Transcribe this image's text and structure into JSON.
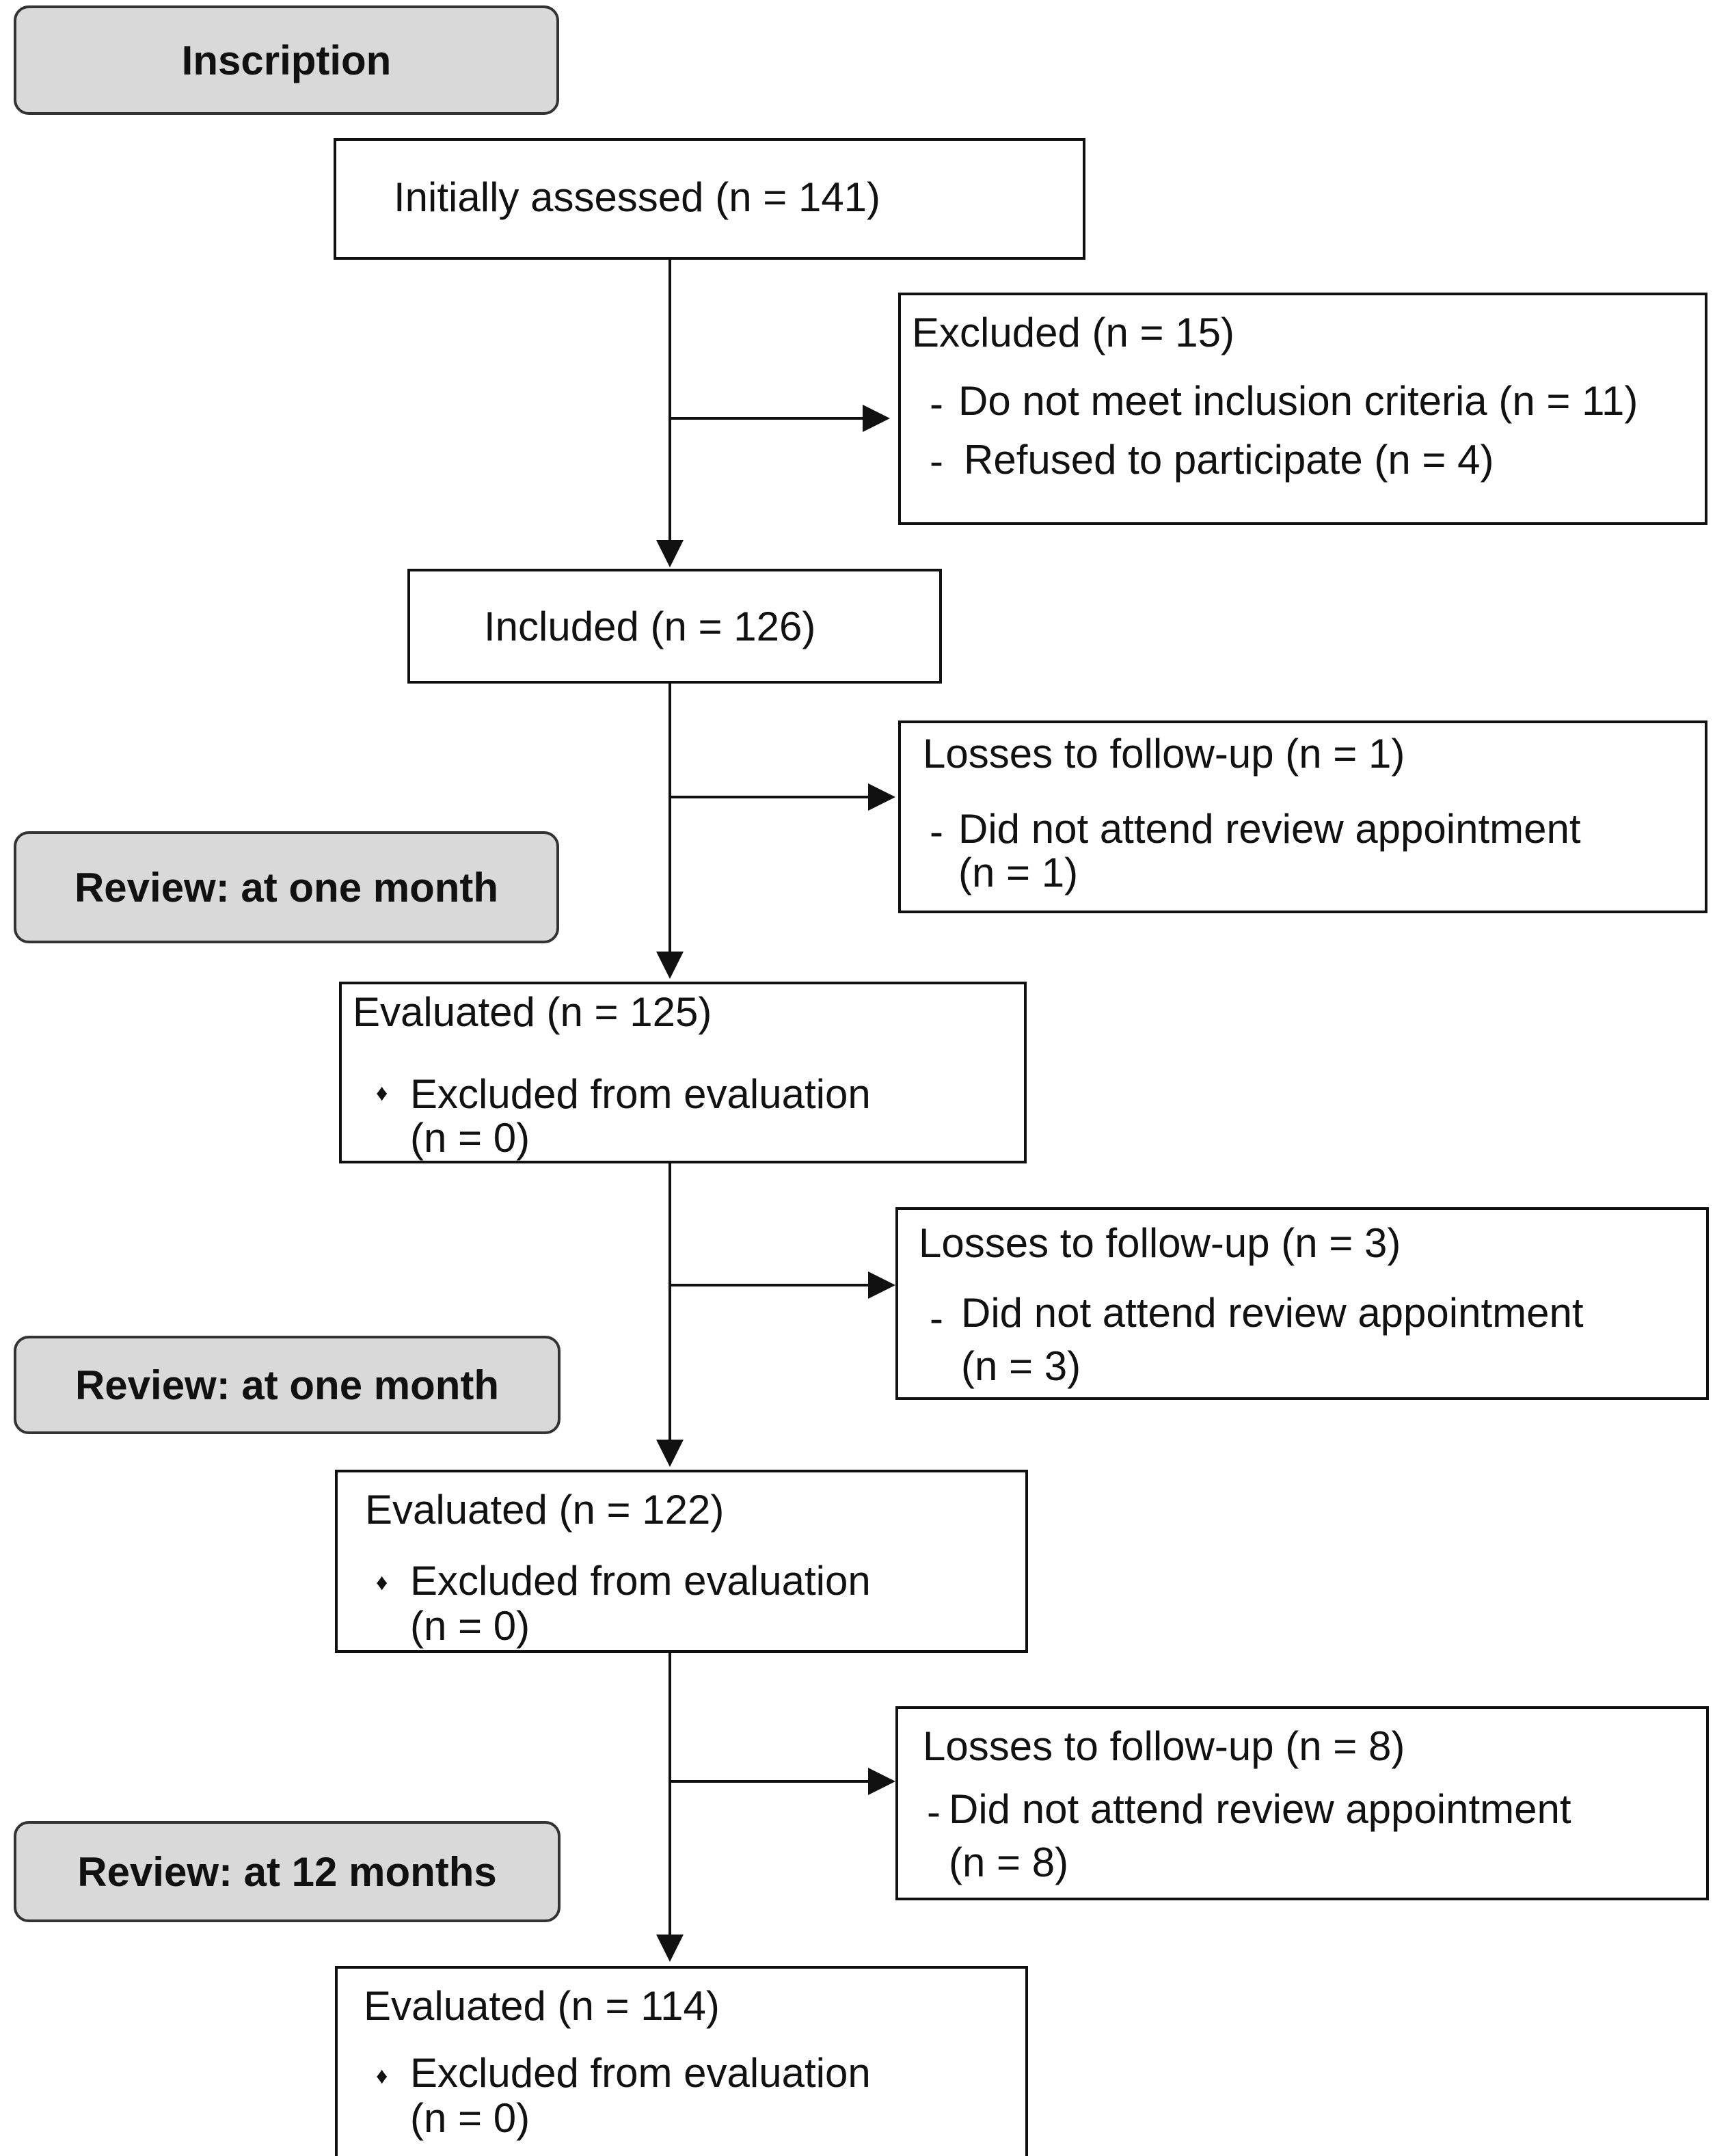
{
  "phases": {
    "inscription": "Inscription",
    "review1": "Review: at one month",
    "review2": "Review: at one month",
    "review3": "Review: at 12 months"
  },
  "boxes": {
    "initially_assessed": "Initially assessed (n = 141)",
    "excluded": {
      "title": "Excluded (n = 15)",
      "item1": "Do not meet inclusion criteria (n = 11)",
      "item2": "Refused to participate (n = 4)"
    },
    "included": "Included (n = 126)",
    "loss1": {
      "title": "Losses to follow-up (n = 1)",
      "item_line1": "Did not attend review appointment",
      "item_line2": "(n = 1)"
    },
    "eval1": {
      "title": "Evaluated (n = 125)",
      "item_line1": "Excluded from evaluation",
      "item_line2": "(n = 0)"
    },
    "loss2": {
      "title": "Losses to follow-up (n = 3)",
      "item_line1": "Did not attend review appointment",
      "item_line2": "(n = 3)"
    },
    "eval2": {
      "title": "Evaluated (n = 122)",
      "item_line1": "Excluded from evaluation",
      "item_line2": "(n = 0)"
    },
    "loss3": {
      "title": "Losses to follow-up (n = 8)",
      "item_line1": "Did not attend review appointment",
      "item_line2": "(n = 8)"
    },
    "eval3": {
      "title": "Evaluated (n = 114)",
      "item_line1": "Excluded from evaluation",
      "item_line2": "(n = 0)"
    }
  },
  "symbols": {
    "dash": "-",
    "diamond": "♦"
  }
}
